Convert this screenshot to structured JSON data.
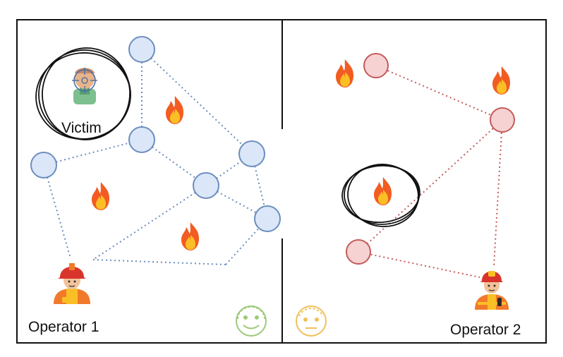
{
  "labels": {
    "victim": "Victim",
    "operator_1": "Operator 1",
    "operator_2": "Operator 2"
  },
  "icons": {
    "fire": "fire-icon",
    "victim": "victim-target-icon",
    "firefighter": "firefighter-icon",
    "smiley_green": "smiley-face-icon",
    "smiley_orange": "smiley-face-icon"
  },
  "colors": {
    "node_blue_fill": "#dbe7f8",
    "node_blue_stroke": "#6c8ebf",
    "node_red_fill": "#f6d2d2",
    "node_red_stroke": "#c55a5a",
    "edge_blue": "#6c8ebf",
    "edge_red": "#c55a5a",
    "fire_outer": "#f25c22",
    "fire_inner": "#fbbf26",
    "smiley_green": "#9cc97a",
    "smiley_orange": "#f0c05a"
  }
}
